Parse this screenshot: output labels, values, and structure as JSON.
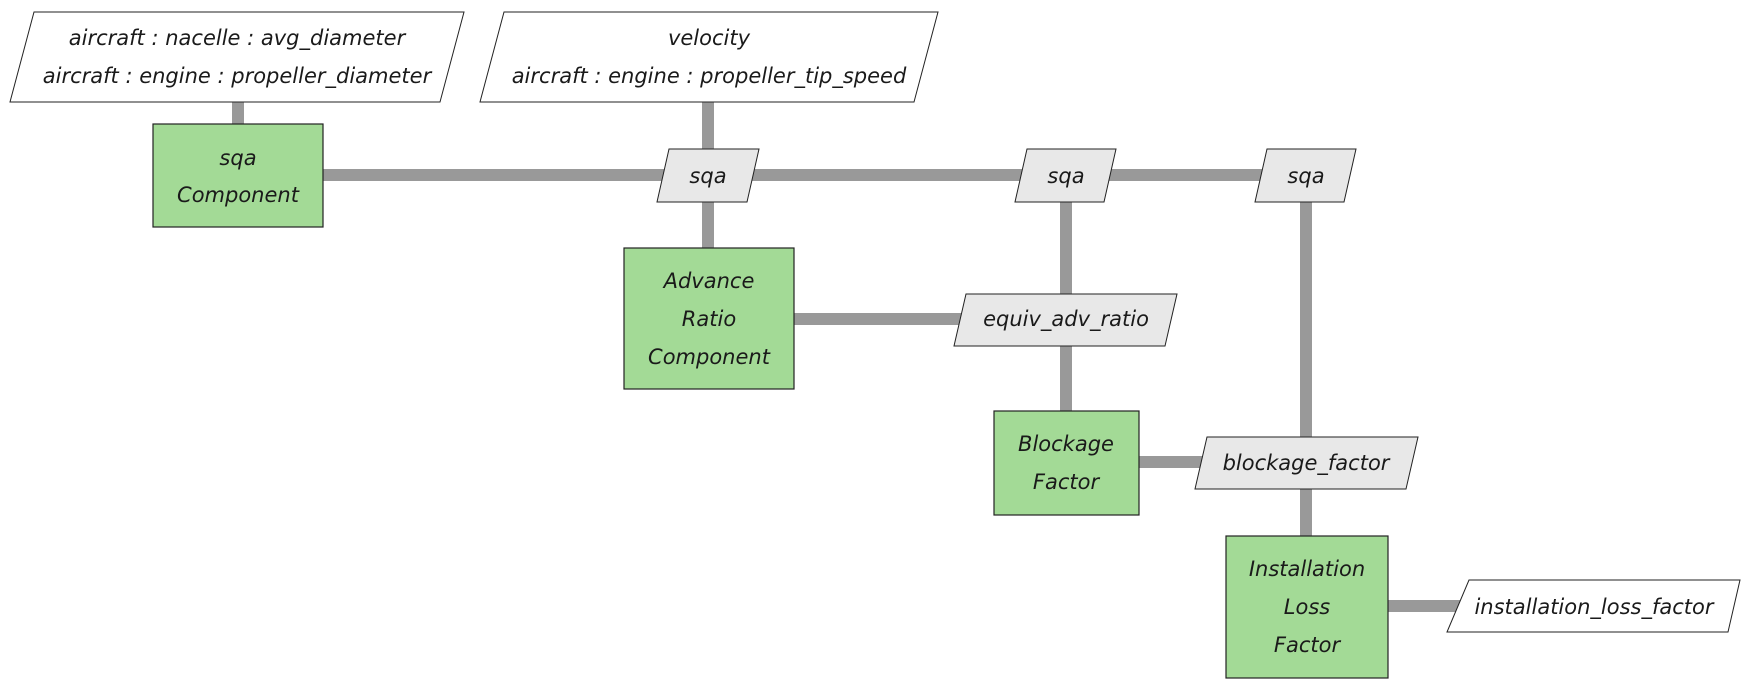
{
  "inputs": {
    "nacelle_line1": "aircraft : nacelle : avg_diameter",
    "nacelle_line2": "aircraft : engine : propeller_diameter",
    "velocity_line1": "velocity",
    "velocity_line2": "aircraft : engine : propeller_tip_speed"
  },
  "variables": {
    "sqa_1": "sqa",
    "sqa_2": "sqa",
    "sqa_3": "sqa",
    "equiv_adv_ratio": "equiv_adv_ratio",
    "blockage_factor": "blockage_factor"
  },
  "outputs": {
    "installation_loss_factor": "installation_loss_factor"
  },
  "components": {
    "sqa_component": [
      "sqa",
      "Component"
    ],
    "advance_ratio_component": [
      "Advance",
      "Ratio",
      "Component"
    ],
    "blockage_factor": [
      "Blockage",
      "Factor"
    ],
    "installation_loss_factor": [
      "Installation",
      "Loss",
      "Factor"
    ]
  },
  "colors": {
    "component_fill": "#a3da96",
    "variable_fill": "#e8e8e8",
    "input_fill": "#ffffff",
    "connector": "#999999"
  }
}
